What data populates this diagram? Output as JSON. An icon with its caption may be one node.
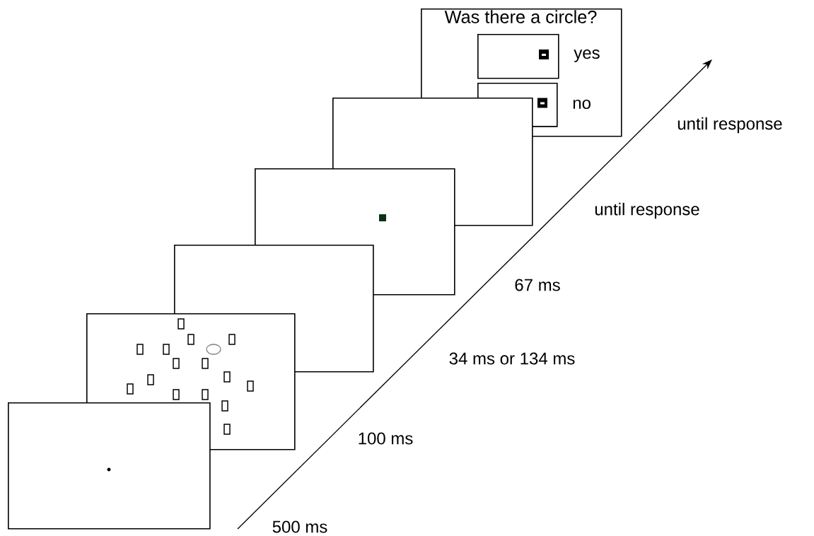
{
  "diagram": {
    "nodes": [
      {
        "text": [],
        "shape": "box"
      },
      {
        "text": [],
        "shape": "box"
      },
      {
        "text": [],
        "shape": "box"
      },
      {
        "text": [],
        "shape": "box"
      },
      {
        "text": [],
        "shape": "box"
      },
      {
        "text": [
          "Was there a circle?"
        ]
      },
      {
        "text": [],
        "shape": "box",
        "in": 5,
        "beside": [
          "yes"
        ]
      },
      {
        "text": [],
        "shape": "box",
        "in": 5,
        "beside": [
          "no"
        ]
      }
    ],
    "labels": [
      "until response",
      "until response",
      "67 ms",
      "34 ms or 134 ms",
      "100 ms",
      "500 ms"
    ]
  }
}
